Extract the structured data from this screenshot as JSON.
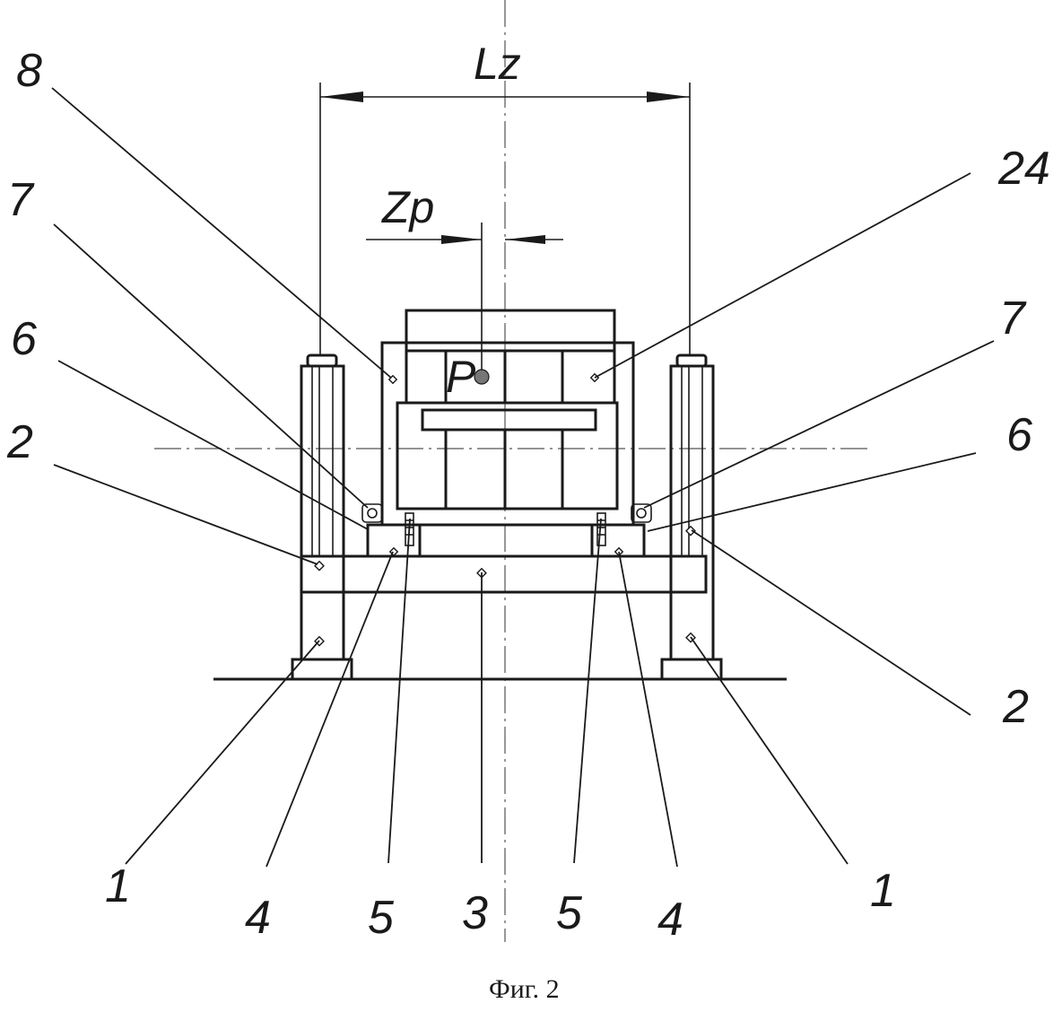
{
  "caption": "Фиг. 2",
  "dimensions": {
    "overall_width": "Lz",
    "offset": "Zp"
  },
  "load_point": "P",
  "callouts": {
    "c8": "8",
    "c7_left": "7",
    "c6_left": "6",
    "c2_left": "2",
    "c24": "24",
    "c7_right": "7",
    "c6_right": "6",
    "c2_right": "2",
    "c1_left": "1",
    "c4_left": "4",
    "c5_left": "5",
    "c3": "3",
    "c5_right": "5",
    "c4_right": "4",
    "c1_right": "1"
  }
}
